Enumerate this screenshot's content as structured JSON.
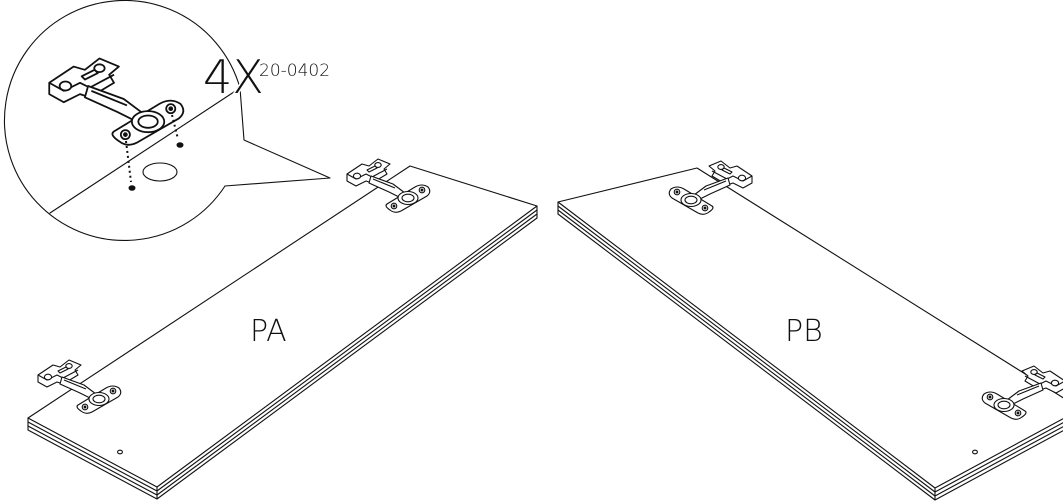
{
  "callout": {
    "quantity": "4X",
    "part_number": "20-0402"
  },
  "panels": {
    "left": {
      "label": "PA"
    },
    "right": {
      "label": "PB"
    }
  }
}
